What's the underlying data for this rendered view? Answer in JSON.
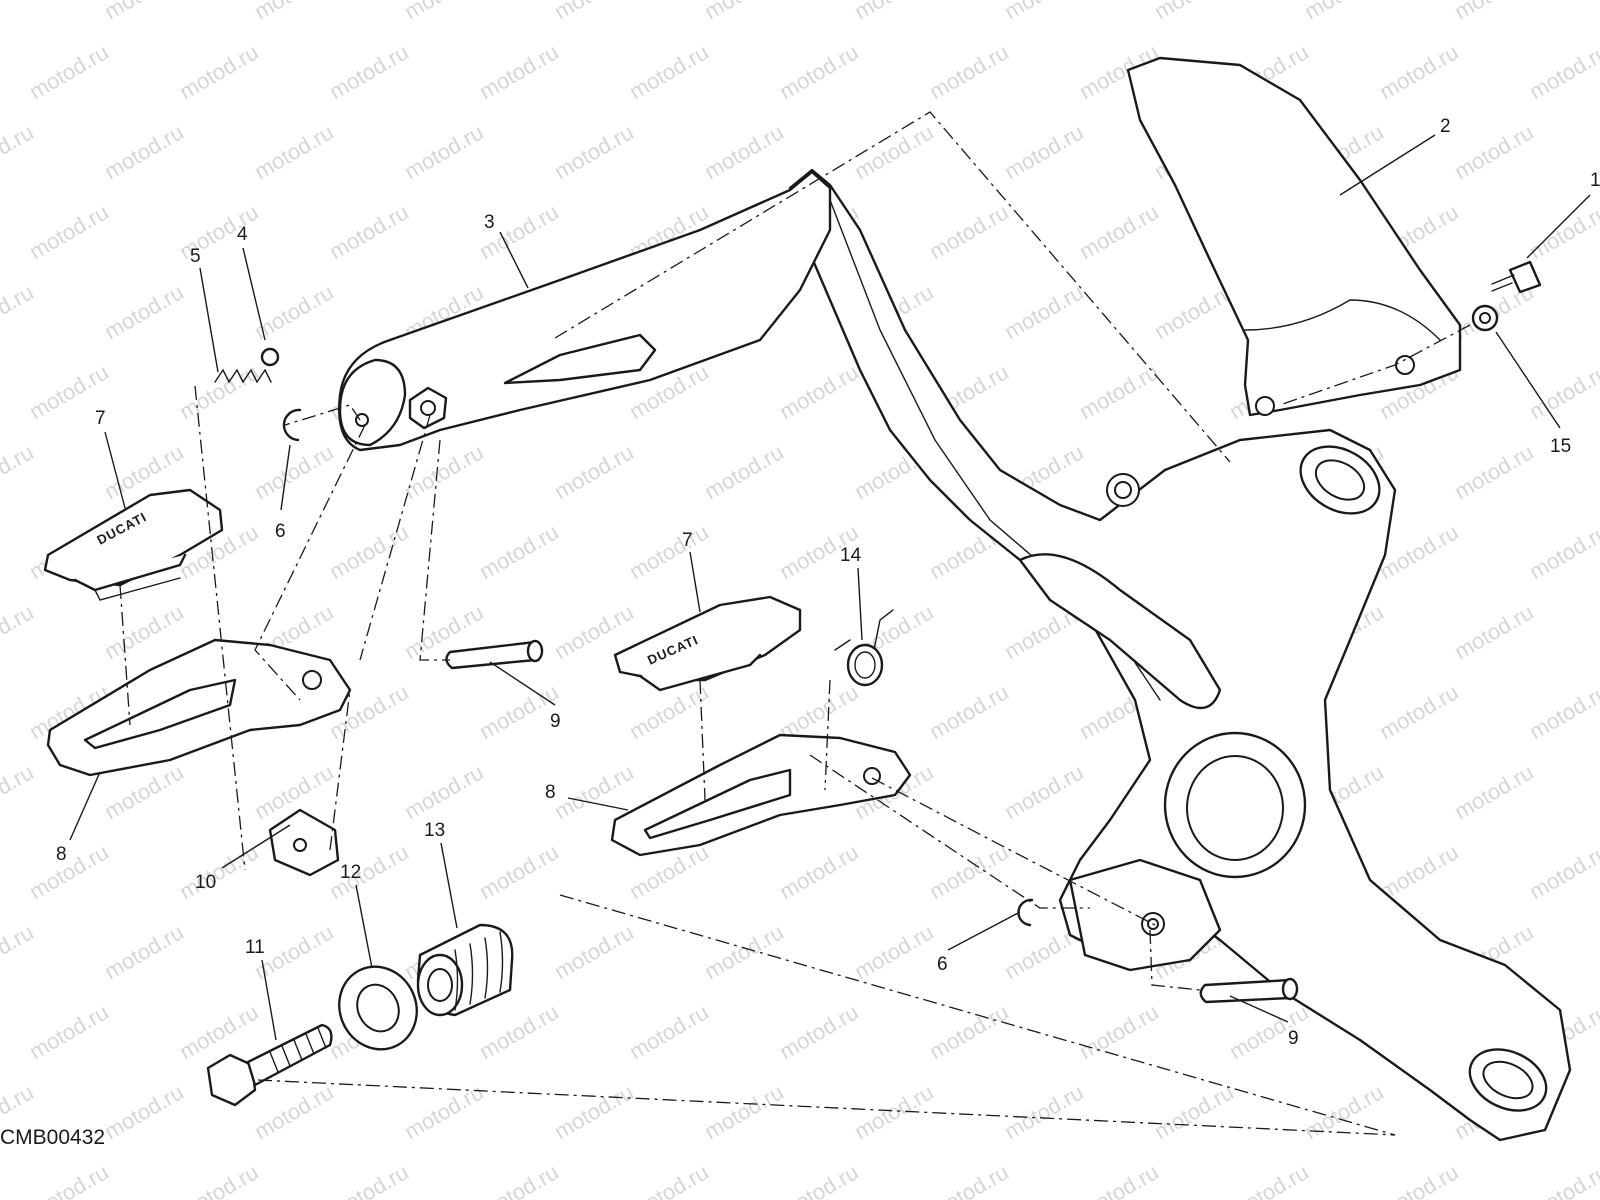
{
  "drawing_code": "CMB00432",
  "watermark": "motod.ru",
  "brand_mark": "DUCATI",
  "callouts": [
    {
      "id": "c1",
      "label": "1"
    },
    {
      "id": "c2",
      "label": "2"
    },
    {
      "id": "c3",
      "label": "3"
    },
    {
      "id": "c4",
      "label": "4"
    },
    {
      "id": "c5",
      "label": "5"
    },
    {
      "id": "c6a",
      "label": "6"
    },
    {
      "id": "c6b",
      "label": "6"
    },
    {
      "id": "c7a",
      "label": "7"
    },
    {
      "id": "c7b",
      "label": "7"
    },
    {
      "id": "c8a",
      "label": "8"
    },
    {
      "id": "c8b",
      "label": "8"
    },
    {
      "id": "c9a",
      "label": "9"
    },
    {
      "id": "c9b",
      "label": "9"
    },
    {
      "id": "c10",
      "label": "10"
    },
    {
      "id": "c11",
      "label": "11"
    },
    {
      "id": "c12",
      "label": "12"
    },
    {
      "id": "c13",
      "label": "13"
    },
    {
      "id": "c14",
      "label": "14"
    },
    {
      "id": "c15",
      "label": "15"
    }
  ]
}
